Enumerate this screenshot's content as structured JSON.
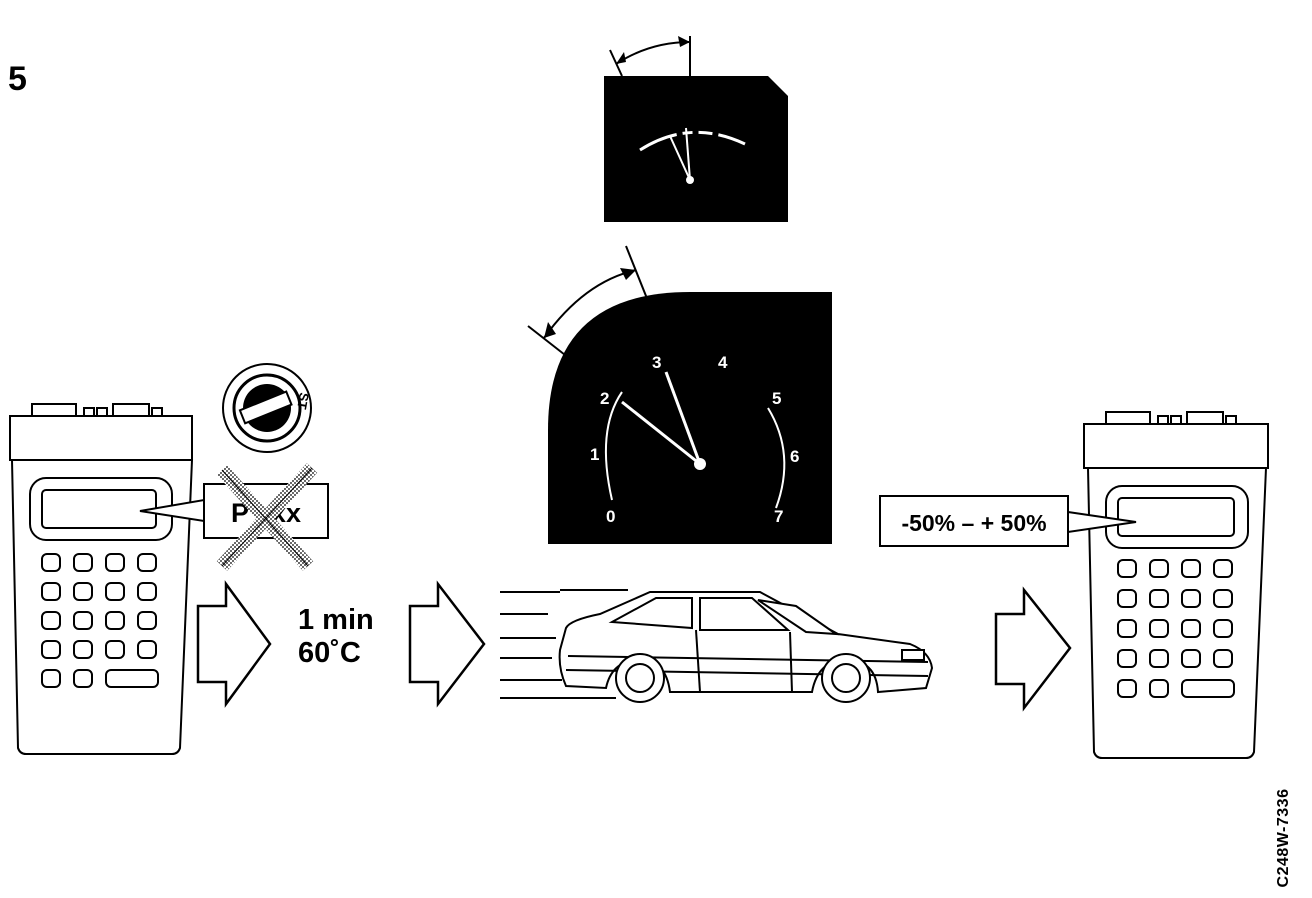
{
  "step_number": "5",
  "tester_left": {
    "display_code": "P xxx"
  },
  "duration": "1 min",
  "temperature": "60˚C",
  "tester_right": {
    "display_range": "-50% – + 50%"
  },
  "gauge_large": {
    "scale_labels": [
      "0",
      "1",
      "2",
      "3",
      "4",
      "5",
      "6",
      "7"
    ]
  },
  "ignition_key": {
    "position_label": "ST"
  },
  "figure_code": "C248W-7336"
}
